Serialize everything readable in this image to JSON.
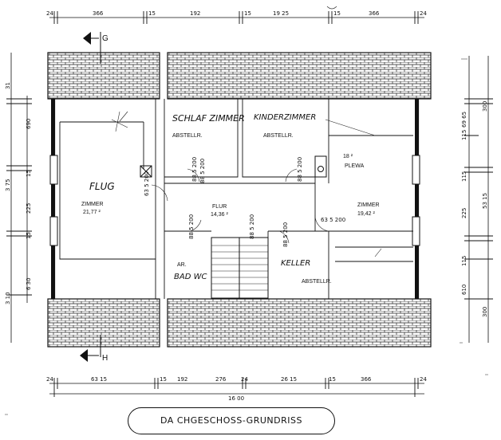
{
  "title": "DA CHGESCHOSS-GRUNDRISS",
  "section_marks": {
    "top": "G",
    "bottom": "H"
  },
  "rooms": [
    {
      "id": "zimmer-left",
      "name": "ZIMMER",
      "scribble": "FLUG",
      "area": "21,77 ²"
    },
    {
      "id": "schlafzimmer",
      "name": "SCHLAF ZIMMER",
      "sub": "ABSTELLR."
    },
    {
      "id": "kinderzimmer",
      "name": "KINDERZIMMER",
      "sub": "ABSTELLR."
    },
    {
      "id": "flur",
      "name": "FLUR",
      "area": "14,36 ²"
    },
    {
      "id": "zimmer-right",
      "name": "ZIMMER",
      "area": "19,42 ²"
    },
    {
      "id": "plewa",
      "name": "PLEWA",
      "note": "18 ²"
    },
    {
      "id": "abstellr-bottom",
      "name": "ABSTELLR."
    },
    {
      "id": "keller",
      "name": "KELLER"
    },
    {
      "id": "bad-wc",
      "name": "BAD WC",
      "top": "AR."
    }
  ],
  "doors": [
    "63 5 200",
    "88 5 200",
    "88 5 200",
    "88 5 200",
    "63 5 200",
    "88 5 200",
    "88 5 200",
    "88 5 200"
  ],
  "dimensions": {
    "top": [
      "24",
      "366",
      "15",
      "192",
      "15",
      "19 25",
      "15",
      "366",
      "24"
    ],
    "bottom": [
      "24",
      "63 15",
      "15",
      "192",
      "276",
      "24",
      "26 15",
      "15",
      "366",
      "24"
    ],
    "bottom_total": "16 00",
    "left": [
      "31",
      "690",
      "15",
      "3 75",
      "225",
      "15",
      "6 30",
      "3 10"
    ],
    "right": [
      "300",
      "115",
      "69 65",
      "115",
      "225",
      "53 15",
      "115",
      "610",
      "300"
    ]
  }
}
